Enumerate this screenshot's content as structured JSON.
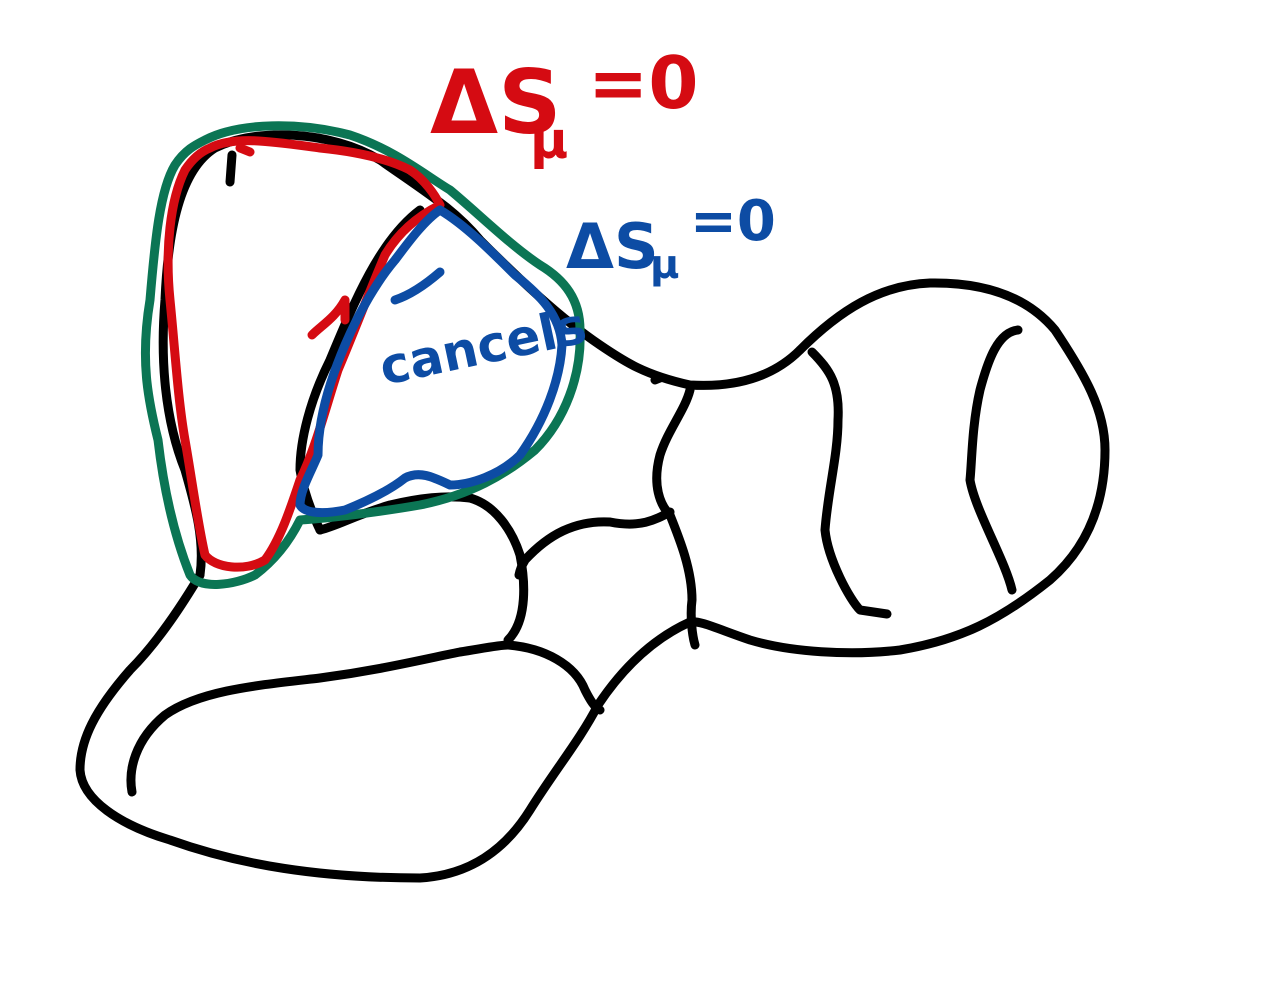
{
  "labels": {
    "red_equation": "ΔS",
    "red_subscript": "μ",
    "red_rhs": "=0",
    "blue_equation": "ΔS",
    "blue_subscript": "μ",
    "blue_rhs": "=0",
    "blue_word": "cancels"
  },
  "colors": {
    "black": "#000000",
    "red": "#d50b12",
    "blue": "#0d4ca4",
    "green": "#0b7554"
  }
}
